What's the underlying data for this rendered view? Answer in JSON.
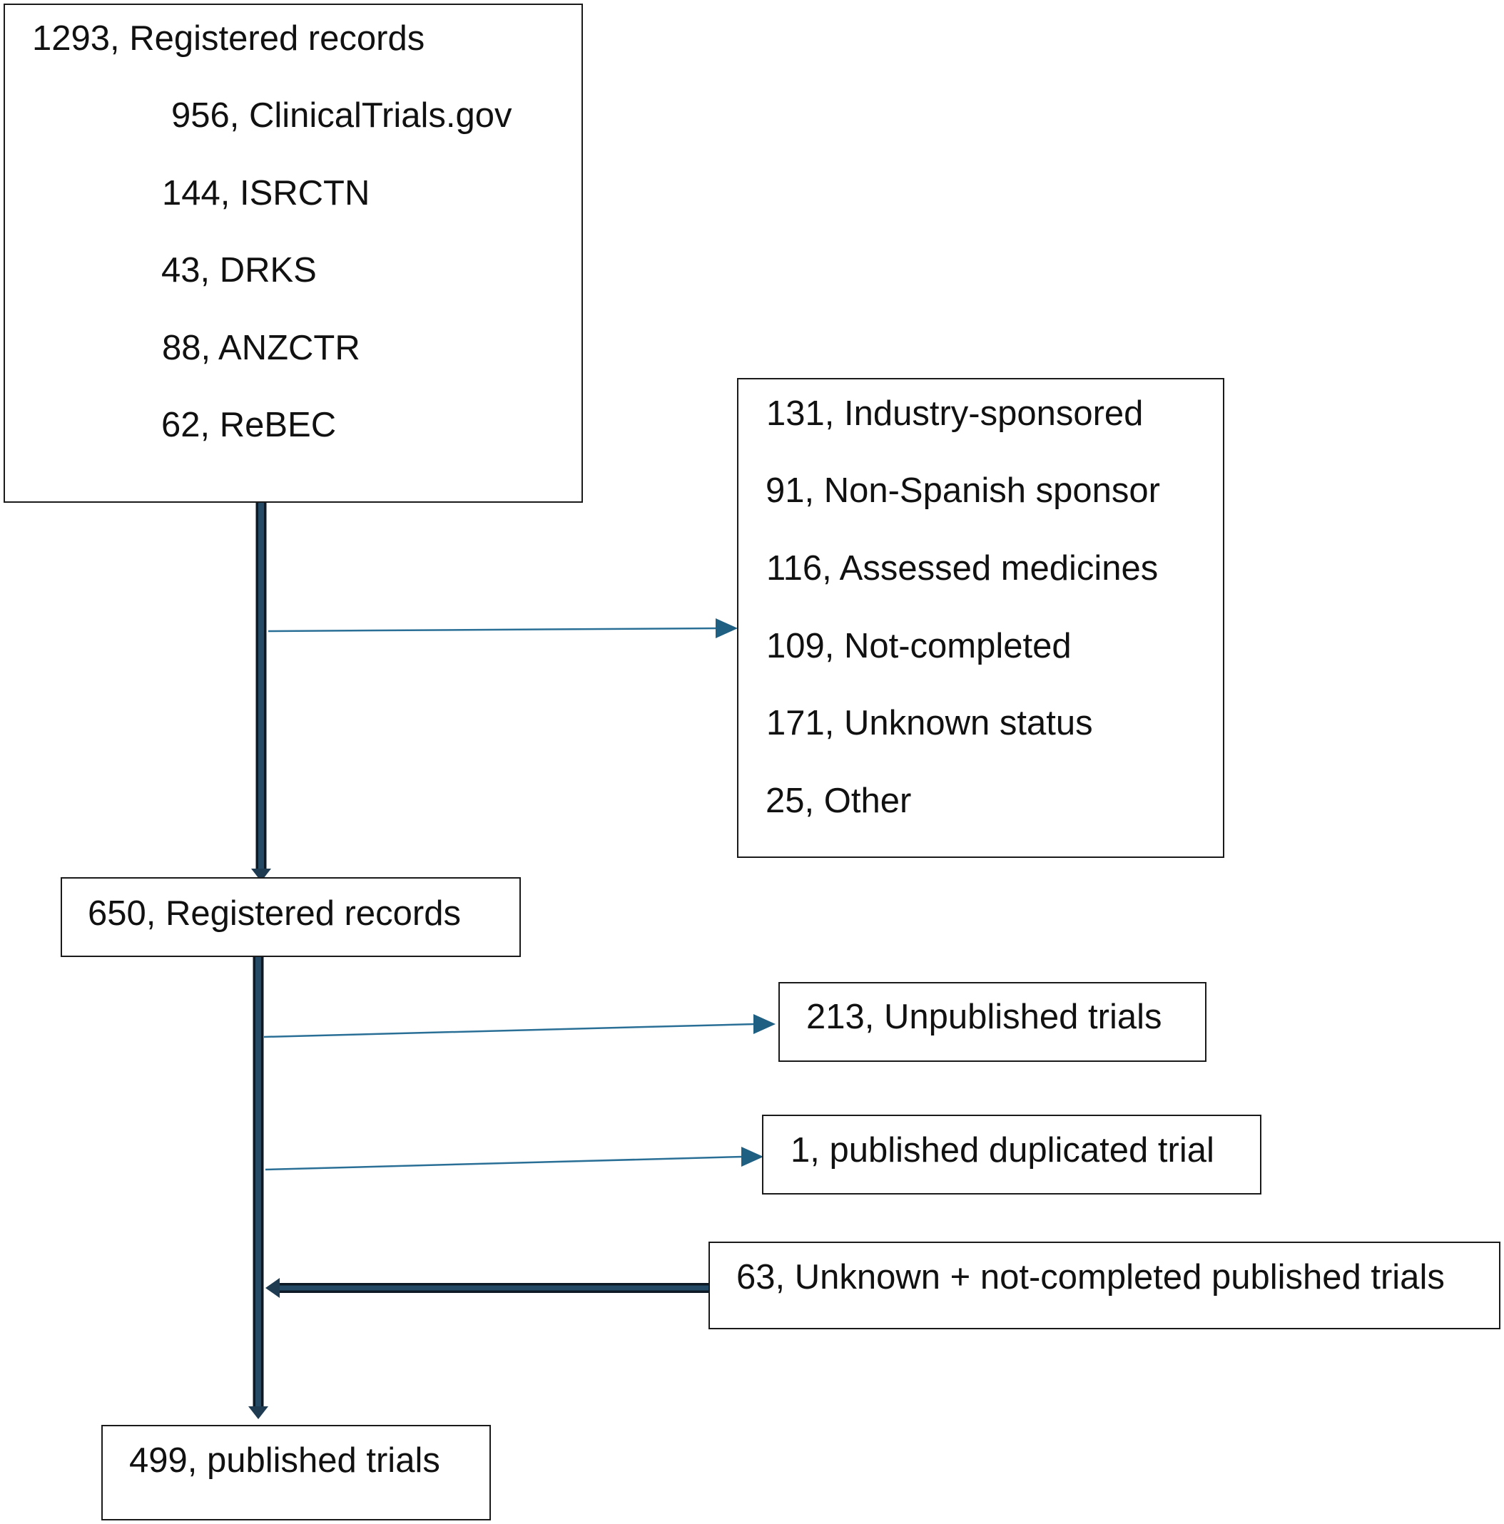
{
  "colors": {
    "thick_arrow": "#1f3b52",
    "thin_arrow": "#2a6f96",
    "box_border": "#1a1a1a"
  },
  "top_box": {
    "title": "1293, Registered records",
    "items": [
      "956, ClinicalTrials.gov",
      "144, ISRCTN",
      "43, DRKS",
      "88, ANZCTR",
      "62, ReBEC"
    ]
  },
  "exclusion_box": {
    "items": [
      "131, Industry-sponsored",
      "91, Non-Spanish sponsor",
      "116, Assessed medicines",
      "109, Not-completed",
      "171, Unknown status",
      "25, Other"
    ]
  },
  "middle_box": {
    "label": "650, Registered records"
  },
  "unpublished_box": {
    "label": "213, Unpublished trials"
  },
  "duplicate_box": {
    "label": "1, published duplicated trial"
  },
  "added_box": {
    "label": "63, Unknown + not-completed published trials"
  },
  "final_box": {
    "label": "499, published trials"
  }
}
